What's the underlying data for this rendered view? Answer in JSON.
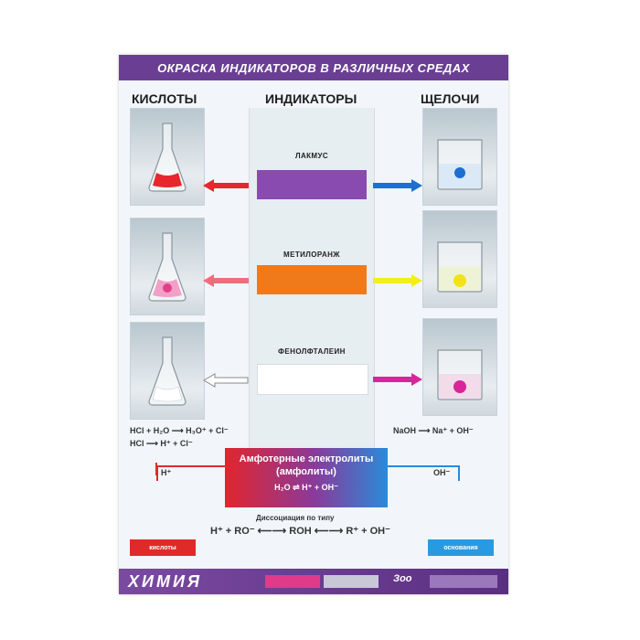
{
  "poster": {
    "title": "ОКРАСКА ИНДИКАТОРОВ В РАЗЛИЧНЫХ СРЕДАХ",
    "headers": {
      "acids": "КИСЛОТЫ",
      "indicators": "ИНДИКАТОРЫ",
      "alkalis": "ЩЕЛОЧИ"
    },
    "indicators": [
      {
        "name": "ЛАКМУС",
        "color": "#8a4bb0",
        "acid_color": "#e8262e",
        "alkali_color": "#1e6fd0"
      },
      {
        "name": "МЕТИЛОРАНЖ",
        "color": "#f07a1a",
        "acid_color": "#ee6f7c",
        "alkali_color": "#f2ee1a"
      },
      {
        "name": "ФЕНОЛФТАЛЕИН",
        "color": "#ffffff",
        "acid_color": "#ffffff",
        "alkali_color": "#d8269a"
      }
    ],
    "acid_eq": {
      "line1": "HCl + H₂O ⟶ H₃O⁺ + Cl⁻",
      "line2": "HCl ⟶ H⁺ + Cl⁻"
    },
    "alkali_eq": {
      "line1": "NaOH ⟶ Na⁺ + OH⁻"
    },
    "amphoteric": {
      "line1": "Амфотерные электролиты",
      "line2": "(амфолиты)",
      "line3": "H₂O ⇌ H⁺ + OH⁻"
    },
    "left_ion": "H⁺",
    "right_ion": "OH⁻",
    "dissociation_label": "Диссоциация по типу",
    "dissociation_eq": "H⁺ + RO⁻ ⟵⟶ ROH ⟵⟶ R⁺ + OH⁻",
    "tag_left": {
      "text": "кислоты",
      "color": "#e02a2a"
    },
    "tag_right": {
      "text": "основания",
      "color": "#2a9ae0"
    },
    "footer": {
      "brand": "ХИМИЯ",
      "logo": "Зоо"
    }
  }
}
